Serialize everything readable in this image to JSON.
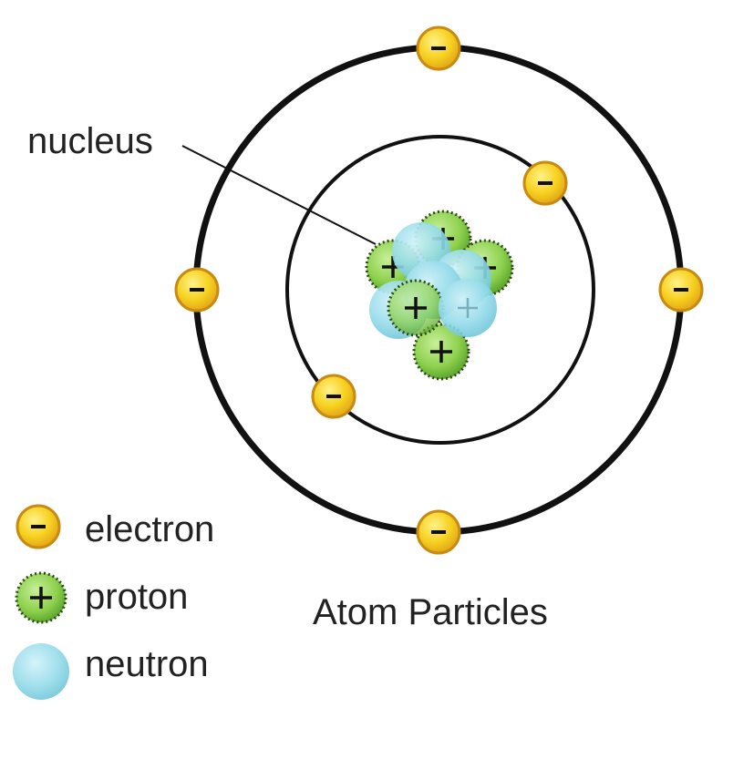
{
  "diagram": {
    "title": "Atom Particles",
    "nucleus_label": "nucleus",
    "legend": [
      {
        "key": "electron",
        "label": "electron"
      },
      {
        "key": "proton",
        "label": "proton"
      },
      {
        "key": "neutron",
        "label": "neutron"
      }
    ],
    "electron_sign": "−",
    "proton_sign": "+"
  },
  "colors": {
    "electron_fill": "#f6d11f",
    "electron_stroke": "#d08c10",
    "proton_fill": "#8ed14e",
    "proton_stroke": "#2c4a16",
    "neutron_fill": "#8fd8e8",
    "neutron_highlight": "#c6eef6",
    "orbit": "#111111",
    "text": "#222222"
  }
}
